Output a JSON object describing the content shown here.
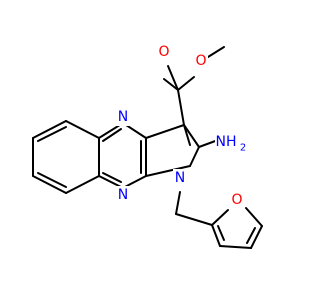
{
  "structure": {
    "atoms": [
      {
        "id": "a1",
        "symbol": "O",
        "color": "#ff0000"
      },
      {
        "id": "a2",
        "symbol": "O",
        "color": "#ff0000"
      },
      {
        "id": "a3",
        "symbol": "NH",
        "subscript": "2",
        "color": "#0000ff"
      },
      {
        "id": "a4",
        "symbol": "N",
        "color": "#0000ff"
      },
      {
        "id": "a5",
        "symbol": "N",
        "color": "#0000ff"
      },
      {
        "id": "a6",
        "symbol": "N",
        "color": "#0000ff"
      },
      {
        "id": "a7",
        "symbol": "O",
        "color": "#ff0000"
      }
    ]
  }
}
